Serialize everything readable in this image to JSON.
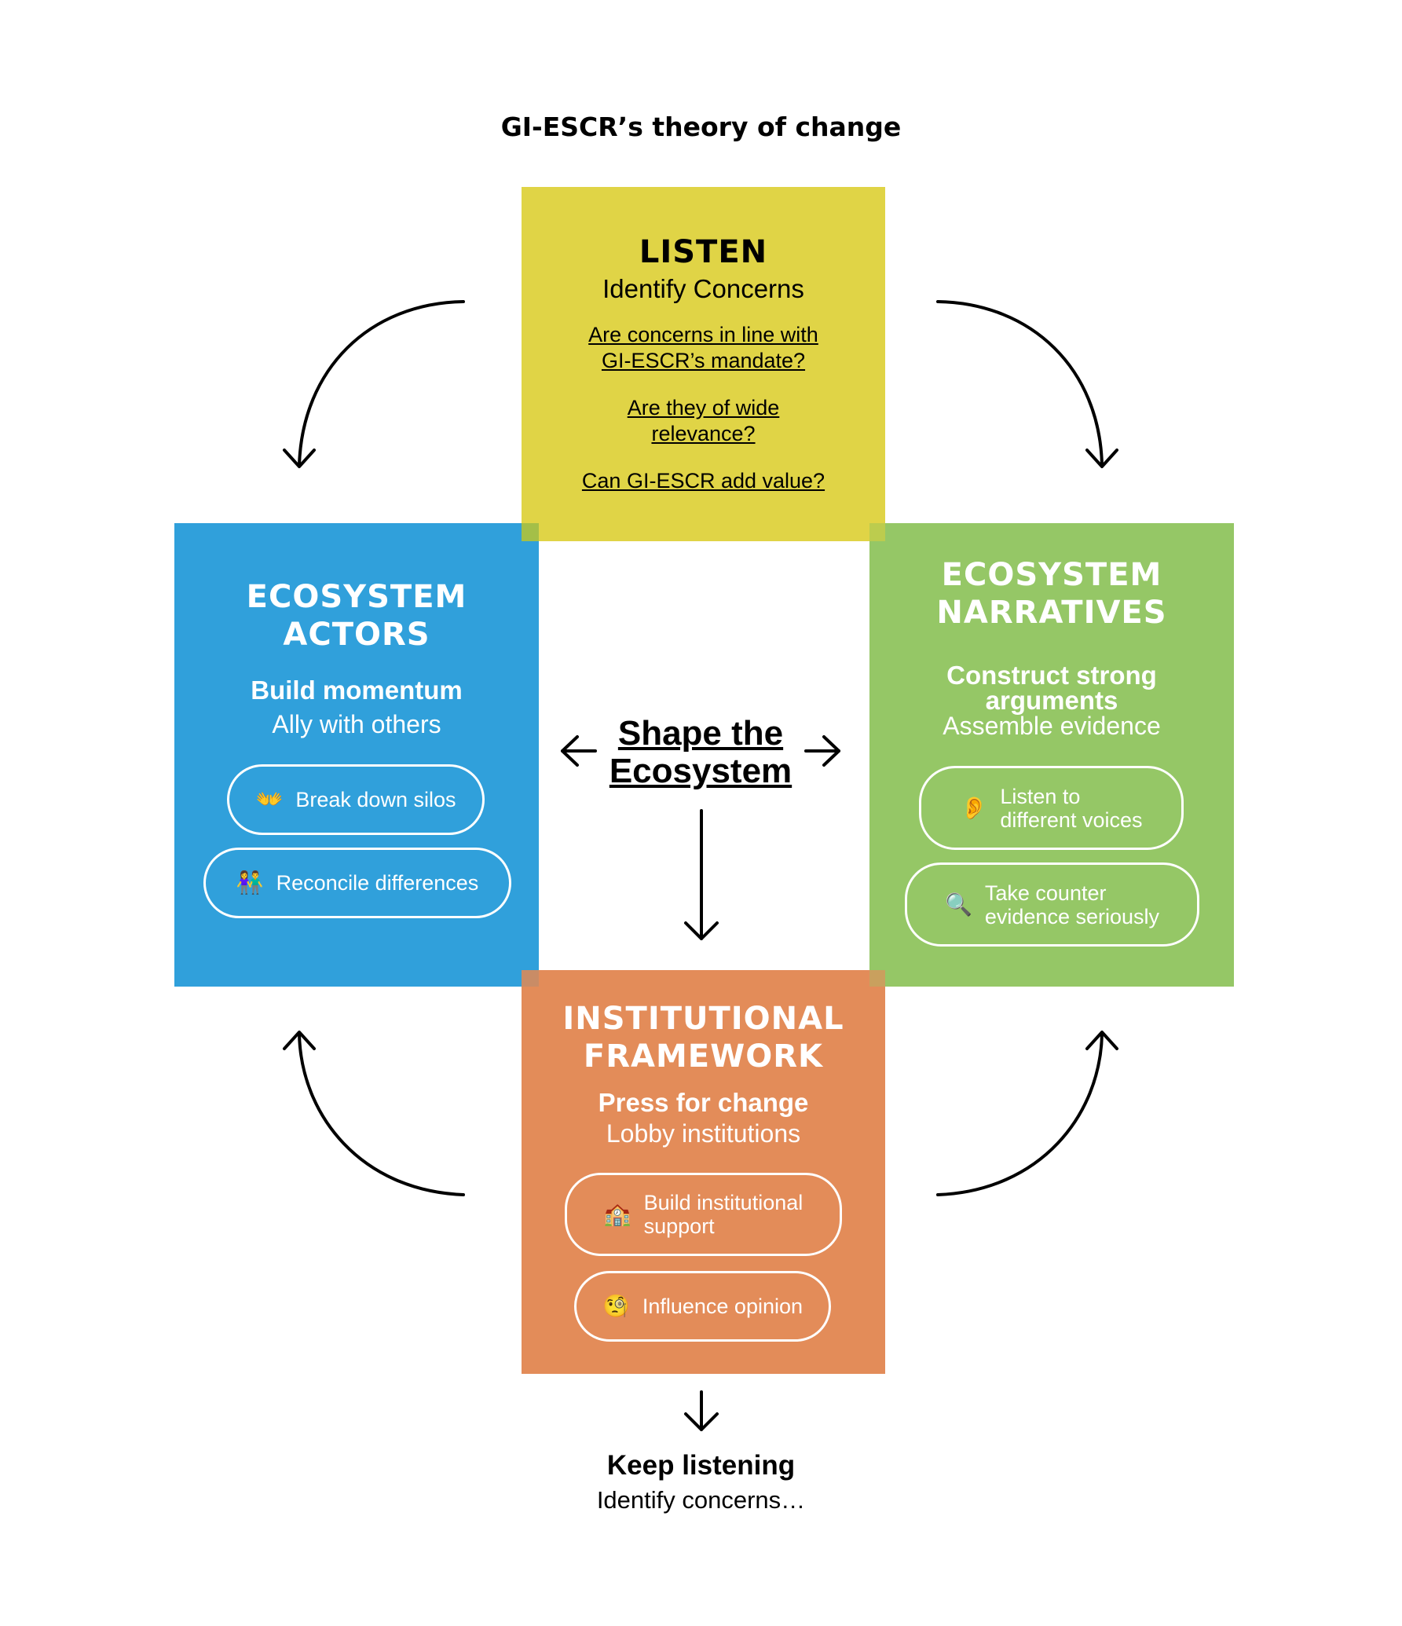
{
  "title": "GI-ESCR’s theory of change",
  "listen": {
    "heading": "LISTEN",
    "subheading": "Identify Concerns",
    "questions": [
      [
        "Are concerns in line with",
        "GI-ESCR’s mandate?"
      ],
      [
        "Are they of wide",
        "relevance?"
      ],
      [
        "Can GI-ESCR add value?"
      ]
    ],
    "color": "#ded23c"
  },
  "actors": {
    "heading": [
      "ECOSYSTEM",
      "ACTORS"
    ],
    "bold": "Build momentum",
    "light": "Ally with others",
    "pills": [
      {
        "icon": "raised-hands-icon",
        "glyph": "👐",
        "text": [
          "Break down silos"
        ]
      },
      {
        "icon": "two-people-icon",
        "glyph": "👫",
        "text": [
          "Reconcile differences"
        ]
      }
    ],
    "color": "#30a0db"
  },
  "narratives": {
    "heading": [
      "ECOSYSTEM",
      "NARRATIVES"
    ],
    "bold": [
      "Construct strong",
      "arguments"
    ],
    "light": "Assemble evidence",
    "pills": [
      {
        "icon": "ear-icon",
        "glyph": "👂",
        "text": [
          "Listen to",
          "different voices"
        ]
      },
      {
        "icon": "magnifier-icon",
        "glyph": "🔍",
        "text": [
          "Take counter",
          "evidence seriously"
        ]
      }
    ],
    "color": "#95c766"
  },
  "institutional": {
    "heading": [
      "INSTITUTIONAL",
      "FRAMEWORK"
    ],
    "bold": "Press for change",
    "light": "Lobby institutions",
    "pills": [
      {
        "icon": "building-icon",
        "glyph": "🏫",
        "text": [
          "Build institutional",
          "support"
        ]
      },
      {
        "icon": "monocle-face-icon",
        "glyph": "🧐",
        "text": [
          "Influence opinion"
        ]
      }
    ],
    "color": "#e28854"
  },
  "center": [
    "Shape the",
    "Ecosystem"
  ],
  "bottom": {
    "bold": "Keep listening",
    "sub": "Identify concerns…"
  }
}
